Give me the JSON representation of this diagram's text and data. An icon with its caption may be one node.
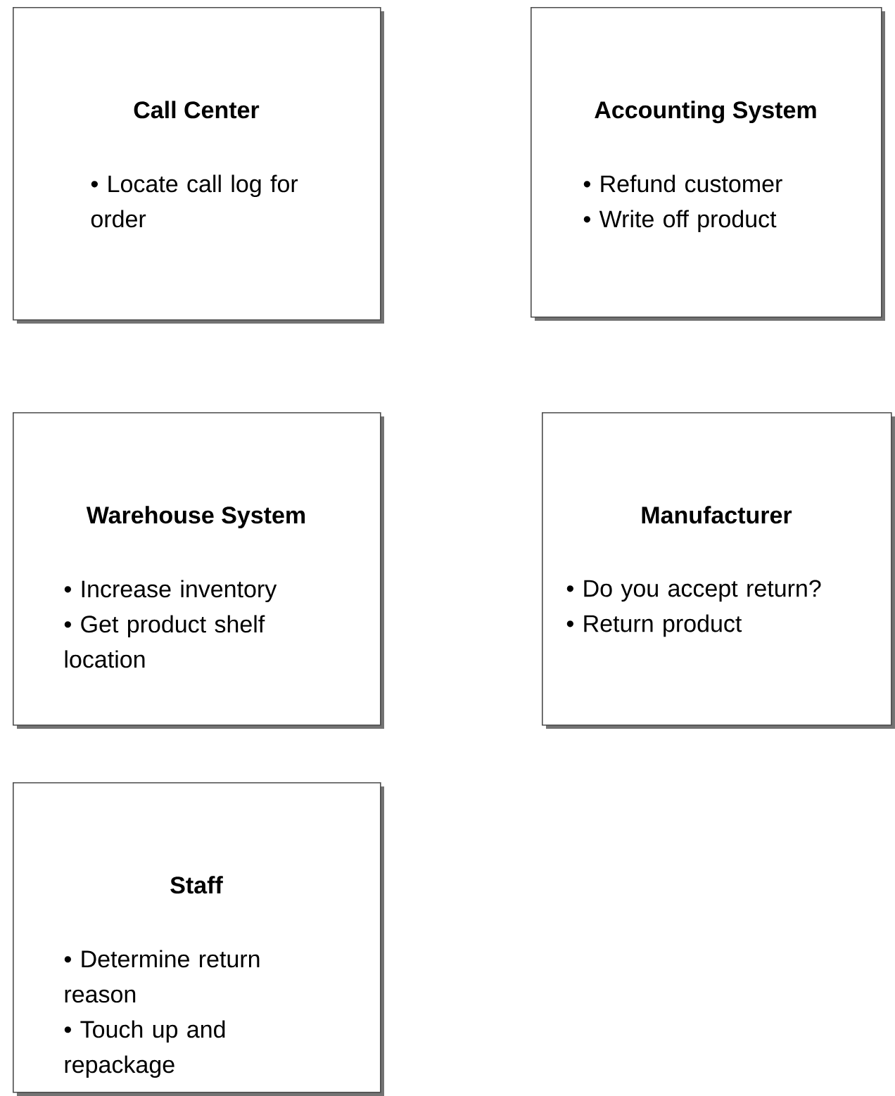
{
  "diagram": {
    "nodes": [
      {
        "text": [
          "Call Center",
          "• Locate call log for order"
        ]
      },
      {
        "text": [
          "Accounting System",
          "• Refund customer",
          "• Write off product"
        ]
      },
      {
        "text": [
          "Warehouse System",
          "• Increase inventory",
          "• Get product shelf location"
        ]
      },
      {
        "text": [
          "Manufacturer",
          "• Do you accept return?",
          "• Return product"
        ]
      },
      {
        "text": [
          "Staff",
          "• Determine return reason",
          "• Touch up and repackage"
        ]
      }
    ]
  }
}
